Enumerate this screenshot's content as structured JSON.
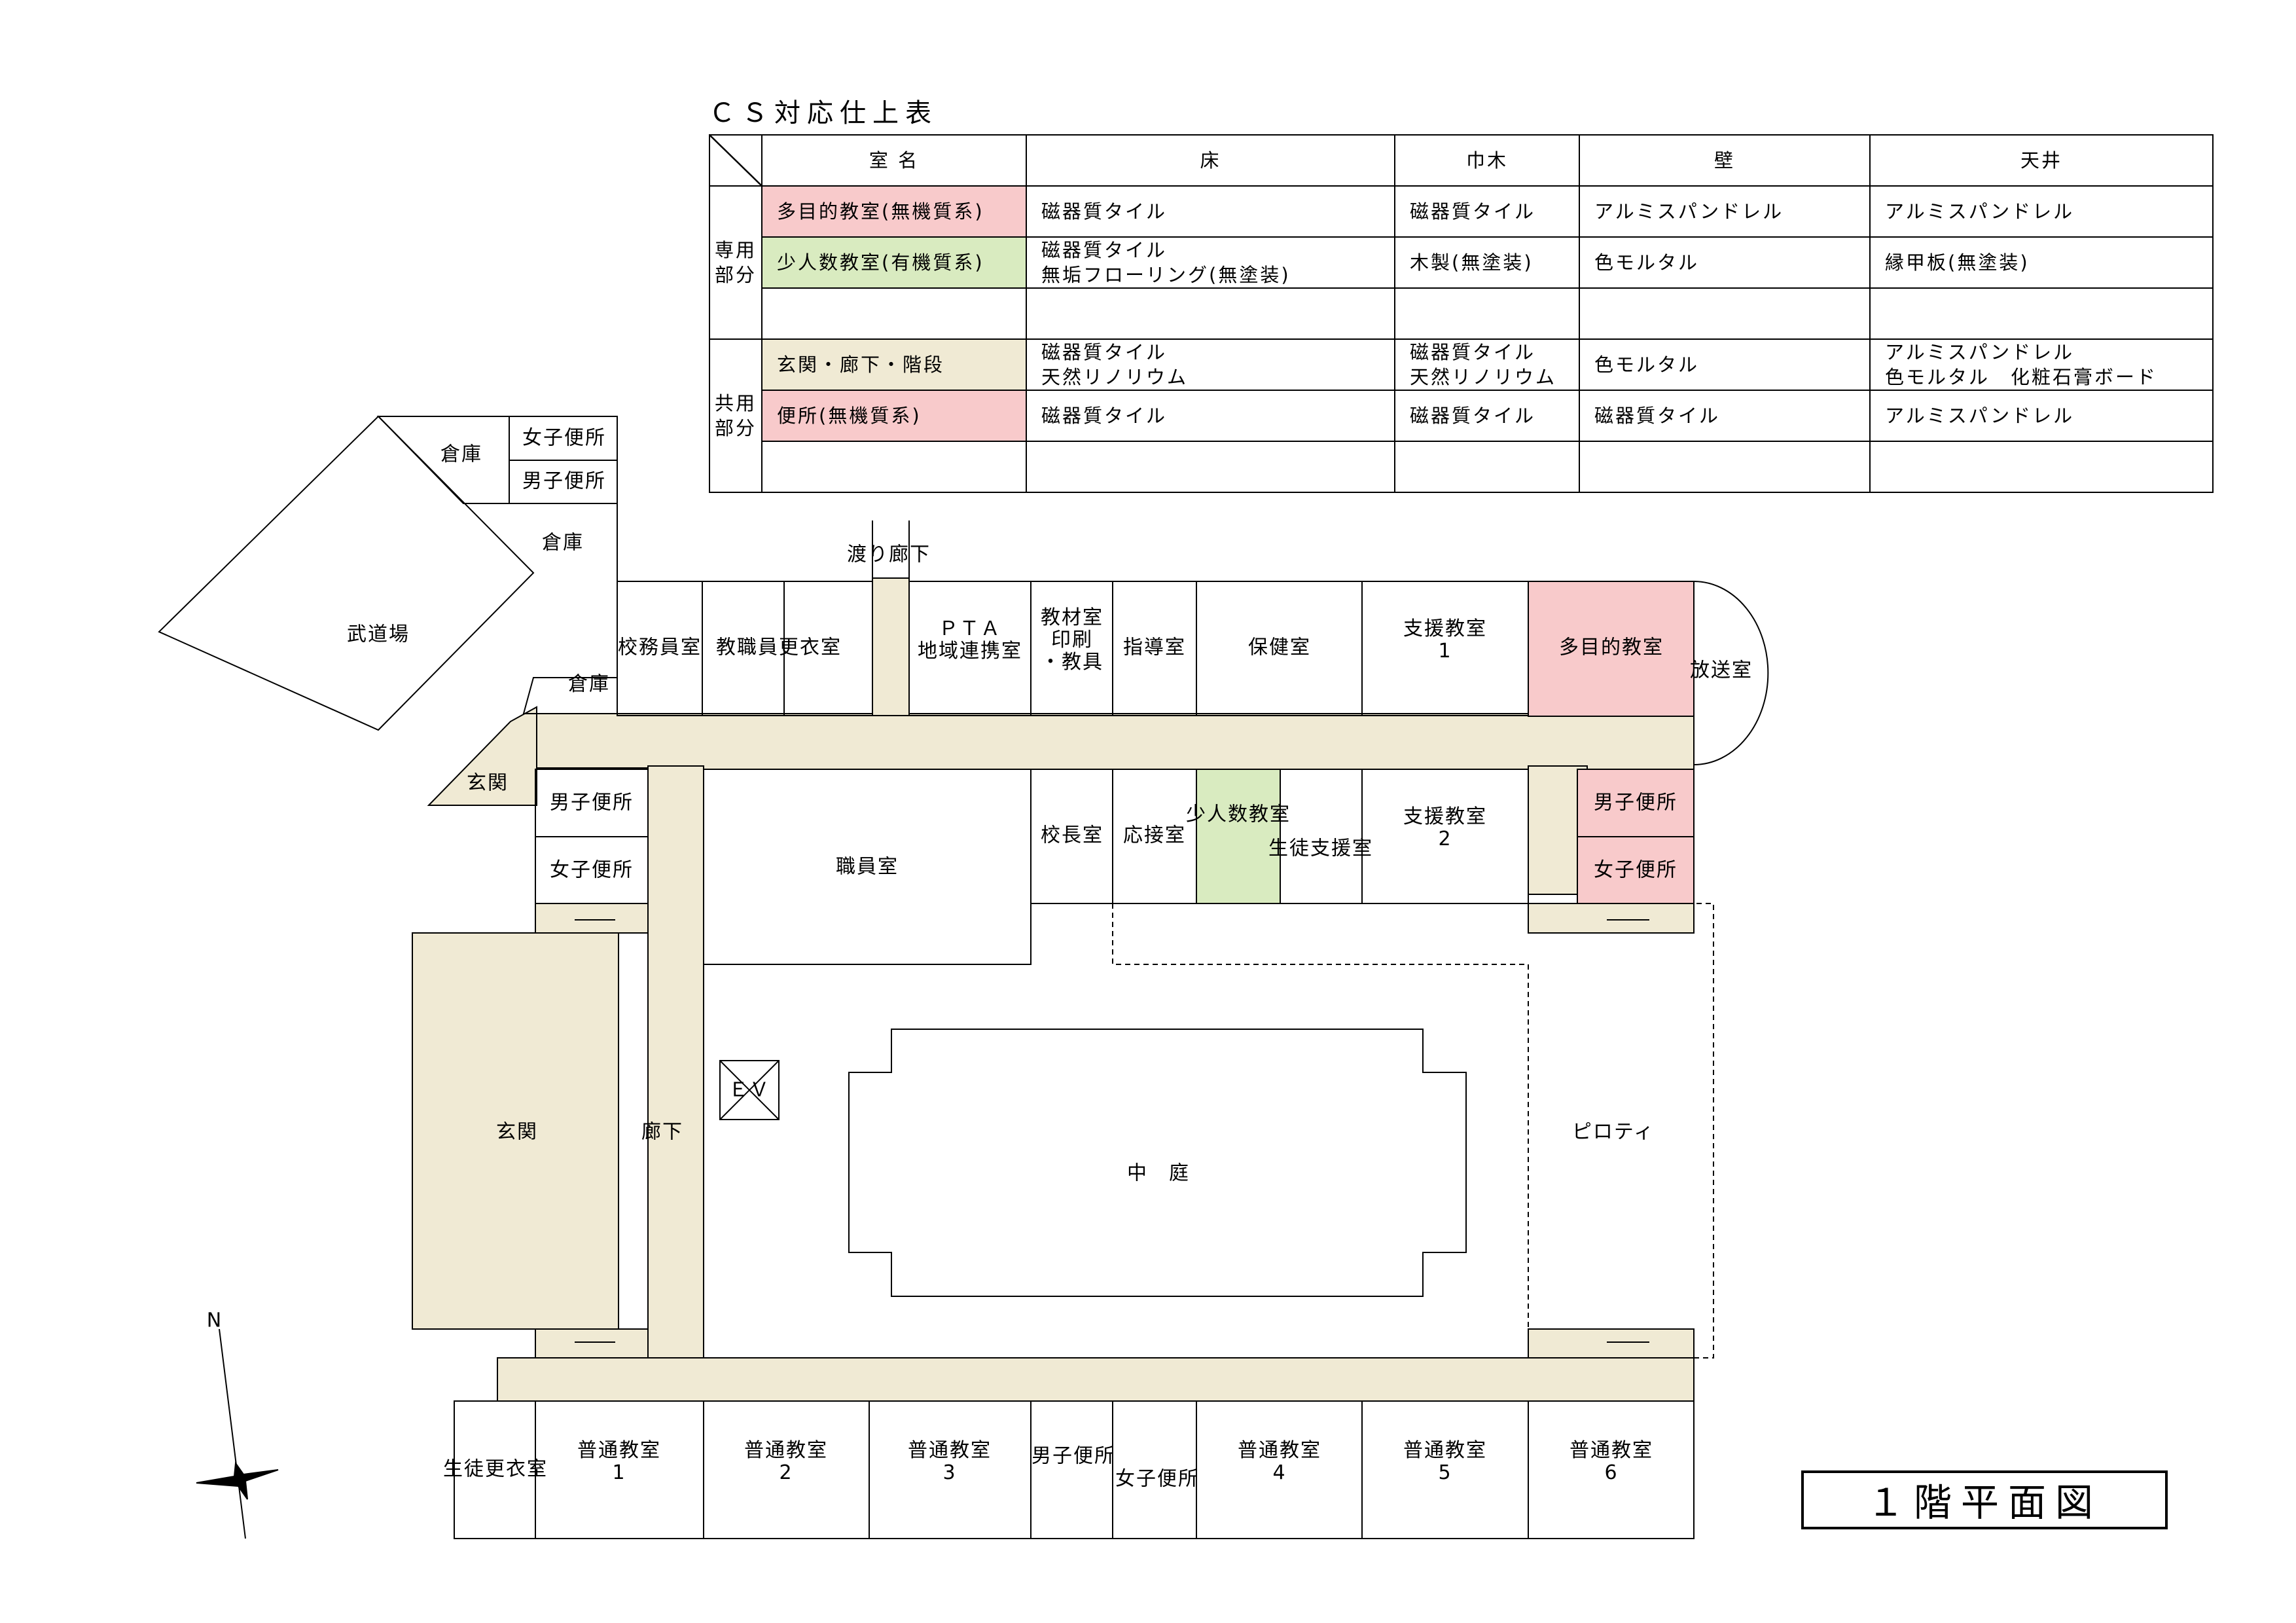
{
  "table": {
    "title": "ＣＳ対応仕上表",
    "headers": [
      "室 名",
      "床",
      "巾木",
      "壁",
      "天井"
    ],
    "groups": [
      {
        "label": "専用部分",
        "rows": [
          {
            "name": "多目的教室(無機質系)",
            "color": "#f8cacb",
            "floor": "磁器質タイル",
            "baseboard": "磁器質タイル",
            "wall": "アルミスパンドレル",
            "ceiling": "アルミスパンドレル"
          },
          {
            "name": "少人数教室(有機質系)",
            "color": "#d9ebc0",
            "floor": "磁器質タイル\n無垢フローリング(無塗装)",
            "baseboard": "木製(無塗装)",
            "wall": "色モルタル",
            "ceiling": "縁甲板(無塗装)"
          },
          {
            "name": "",
            "color": "",
            "floor": "",
            "baseboard": "",
            "wall": "",
            "ceiling": ""
          }
        ]
      },
      {
        "label": "共用部分",
        "rows": [
          {
            "name": "玄関・廊下・階段",
            "color": "#f0ead4",
            "floor": "磁器質タイル\n天然リノリウム",
            "baseboard": "磁器質タイル\n天然リノリウム",
            "wall": "色モルタル",
            "ceiling": "アルミスパンドレル\n色モルタル　化粧石膏ボード"
          },
          {
            "name": "便所(無機質系)",
            "color": "#f8cacb",
            "floor": "磁器質タイル",
            "baseboard": "磁器質タイル",
            "wall": "磁器質タイル",
            "ceiling": "アルミスパンドレル"
          },
          {
            "name": "",
            "color": "",
            "floor": "",
            "baseboard": "",
            "wall": "",
            "ceiling": ""
          }
        ]
      }
    ]
  },
  "rooms": {
    "budojo": "武道場",
    "souko_a": "倉庫",
    "joshi_benjo_a": "女子便所",
    "danshi_benjo_a": "男子便所",
    "souko_b": "倉庫",
    "souko_c": "倉庫",
    "genkan_small": "玄関",
    "watari_roka": "渡り廊下",
    "komuin": "校務員室",
    "kyoshokuin": "教職員更衣室",
    "pta": "ＰＴＡ\n地域連携室",
    "kyozai": "教材室\n印刷\n・教具",
    "shido": "指導室",
    "hoken": "保健室",
    "shien1": "支援教室\n1",
    "tamokuteki": "多目的教室",
    "hoso": "放送室",
    "danshi_benjo_b": "男子便所",
    "joshi_benjo_b": "女子便所",
    "shokuin": "職員室",
    "kocho": "校長室",
    "osetsu": "応接室",
    "shoninzu": "少人数教室",
    "seito_shien": "生徒支援室",
    "shien2": "支援教室\n2",
    "danshi_benjo_c": "男子便所",
    "joshi_benjo_c": "女子便所",
    "genkan_main": "玄関",
    "roka": "廊下",
    "ev": "ＥＶ",
    "nakaniwa": "中　庭",
    "piloti": "ピロティ",
    "seito_koui": "生徒更衣室",
    "futsu1": "普通教室\n1",
    "futsu2": "普通教室\n2",
    "futsu3": "普通教室\n3",
    "danshi_benjo_d": "男子便所",
    "joshi_benjo_d": "女子便所",
    "futsu4": "普通教室\n4",
    "futsu5": "普通教室\n5",
    "futsu6": "普通教室\n6"
  },
  "compass": {
    "north": "N"
  },
  "floor_title": "１階平面図",
  "colors": {
    "corridor": "#f0ead4",
    "pink": "#f8cacb",
    "green": "#d9ebc0"
  }
}
